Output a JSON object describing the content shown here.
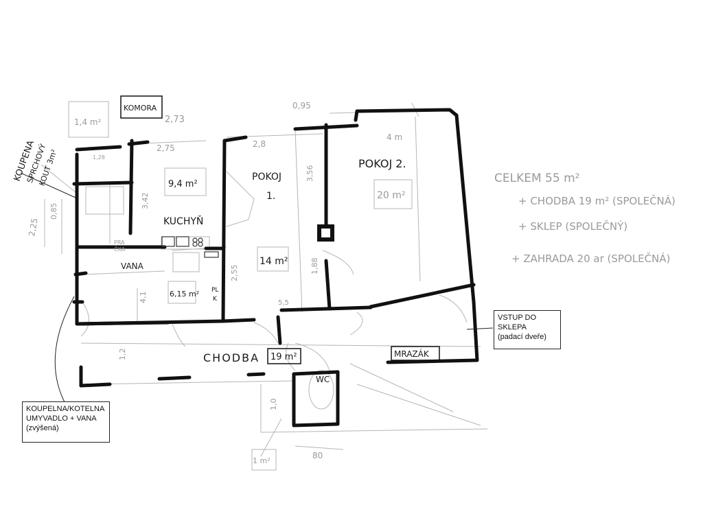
{
  "rooms": {
    "koupena": [
      "KOUPENA",
      "SPRCHOVÝ",
      "KOUT 3m²"
    ],
    "komora": "KOMORA",
    "komora_area": "1,4 m²",
    "kuchyn": "KUCHYŇ",
    "kuchyn_area": "9,4 m²",
    "pokoj1": [
      "POKOJ",
      "1."
    ],
    "pokoj1_area": "14 m²",
    "pokoj2": "POKOJ 2.",
    "pokoj2_area": "20 m²",
    "vana": "VANA",
    "vana_area": "6,15 m²",
    "pracka": [
      "PRA",
      "ČKA"
    ],
    "plk": [
      "PL",
      "K"
    ],
    "chodba": "CHODBA",
    "chodba_area": "19 m²",
    "wc": "WC",
    "wc_area": "1 m²",
    "mrazak": "MRAZÁK"
  },
  "dimensions": {
    "d273": "2,73",
    "d275": "2,75",
    "d28": "2,8",
    "d095": "0,95",
    "d4m": "4 m",
    "d128": "1,28",
    "d085": "0,85",
    "d225": "2,25",
    "d342": "3,42",
    "d255": "2,55",
    "d356": "3,56",
    "d188": "1,88",
    "d41": "4,1",
    "d12": "1,2",
    "d55": "5,5",
    "d80": "80",
    "d10": "1,0"
  },
  "summary": {
    "line1": "CELKEM 55 m²",
    "line2": "+ CHODBA 19 m² (SPOLEČNÁ)",
    "line3": "+ SKLEP (SPOLEČNÝ)",
    "line4": "+ ZAHRADA 20 ar (SPOLEČNÁ)"
  },
  "callouts": {
    "sklep": [
      "VSTUP DO",
      "SKLEPA",
      "(padací dveře)"
    ],
    "koupelna": [
      "KOUPELNA/KOTELNA",
      "UMYVADLO + VANA",
      "(zvýšená)"
    ]
  }
}
